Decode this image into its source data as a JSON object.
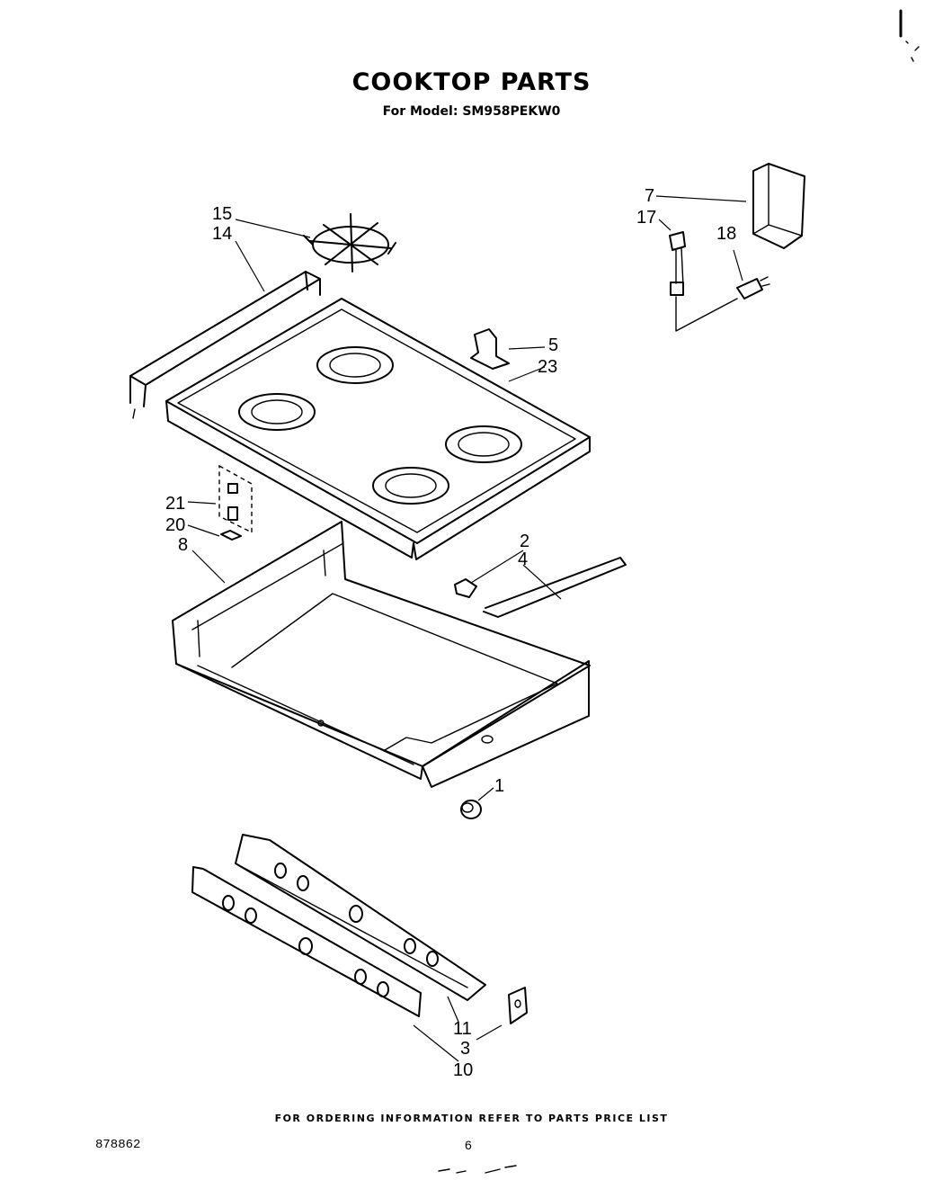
{
  "header": {
    "title": "COOKTOP PARTS",
    "model_label": "For Model:",
    "model_number": "SM958PEKW0"
  },
  "callouts": {
    "p1": "1",
    "p2": "2",
    "p3": "3",
    "p4": "4",
    "p5": "5",
    "p7": "7",
    "p8": "8",
    "p10": "10",
    "p11": "11",
    "p14": "14",
    "p15": "15",
    "p17": "17",
    "p18": "18",
    "p20": "20",
    "p21": "21",
    "p23": "23"
  },
  "footer": {
    "ordering_note": "FOR ORDERING INFORMATION REFER TO PARTS PRICE LIST",
    "document_number": "878862",
    "page_number": "6"
  }
}
